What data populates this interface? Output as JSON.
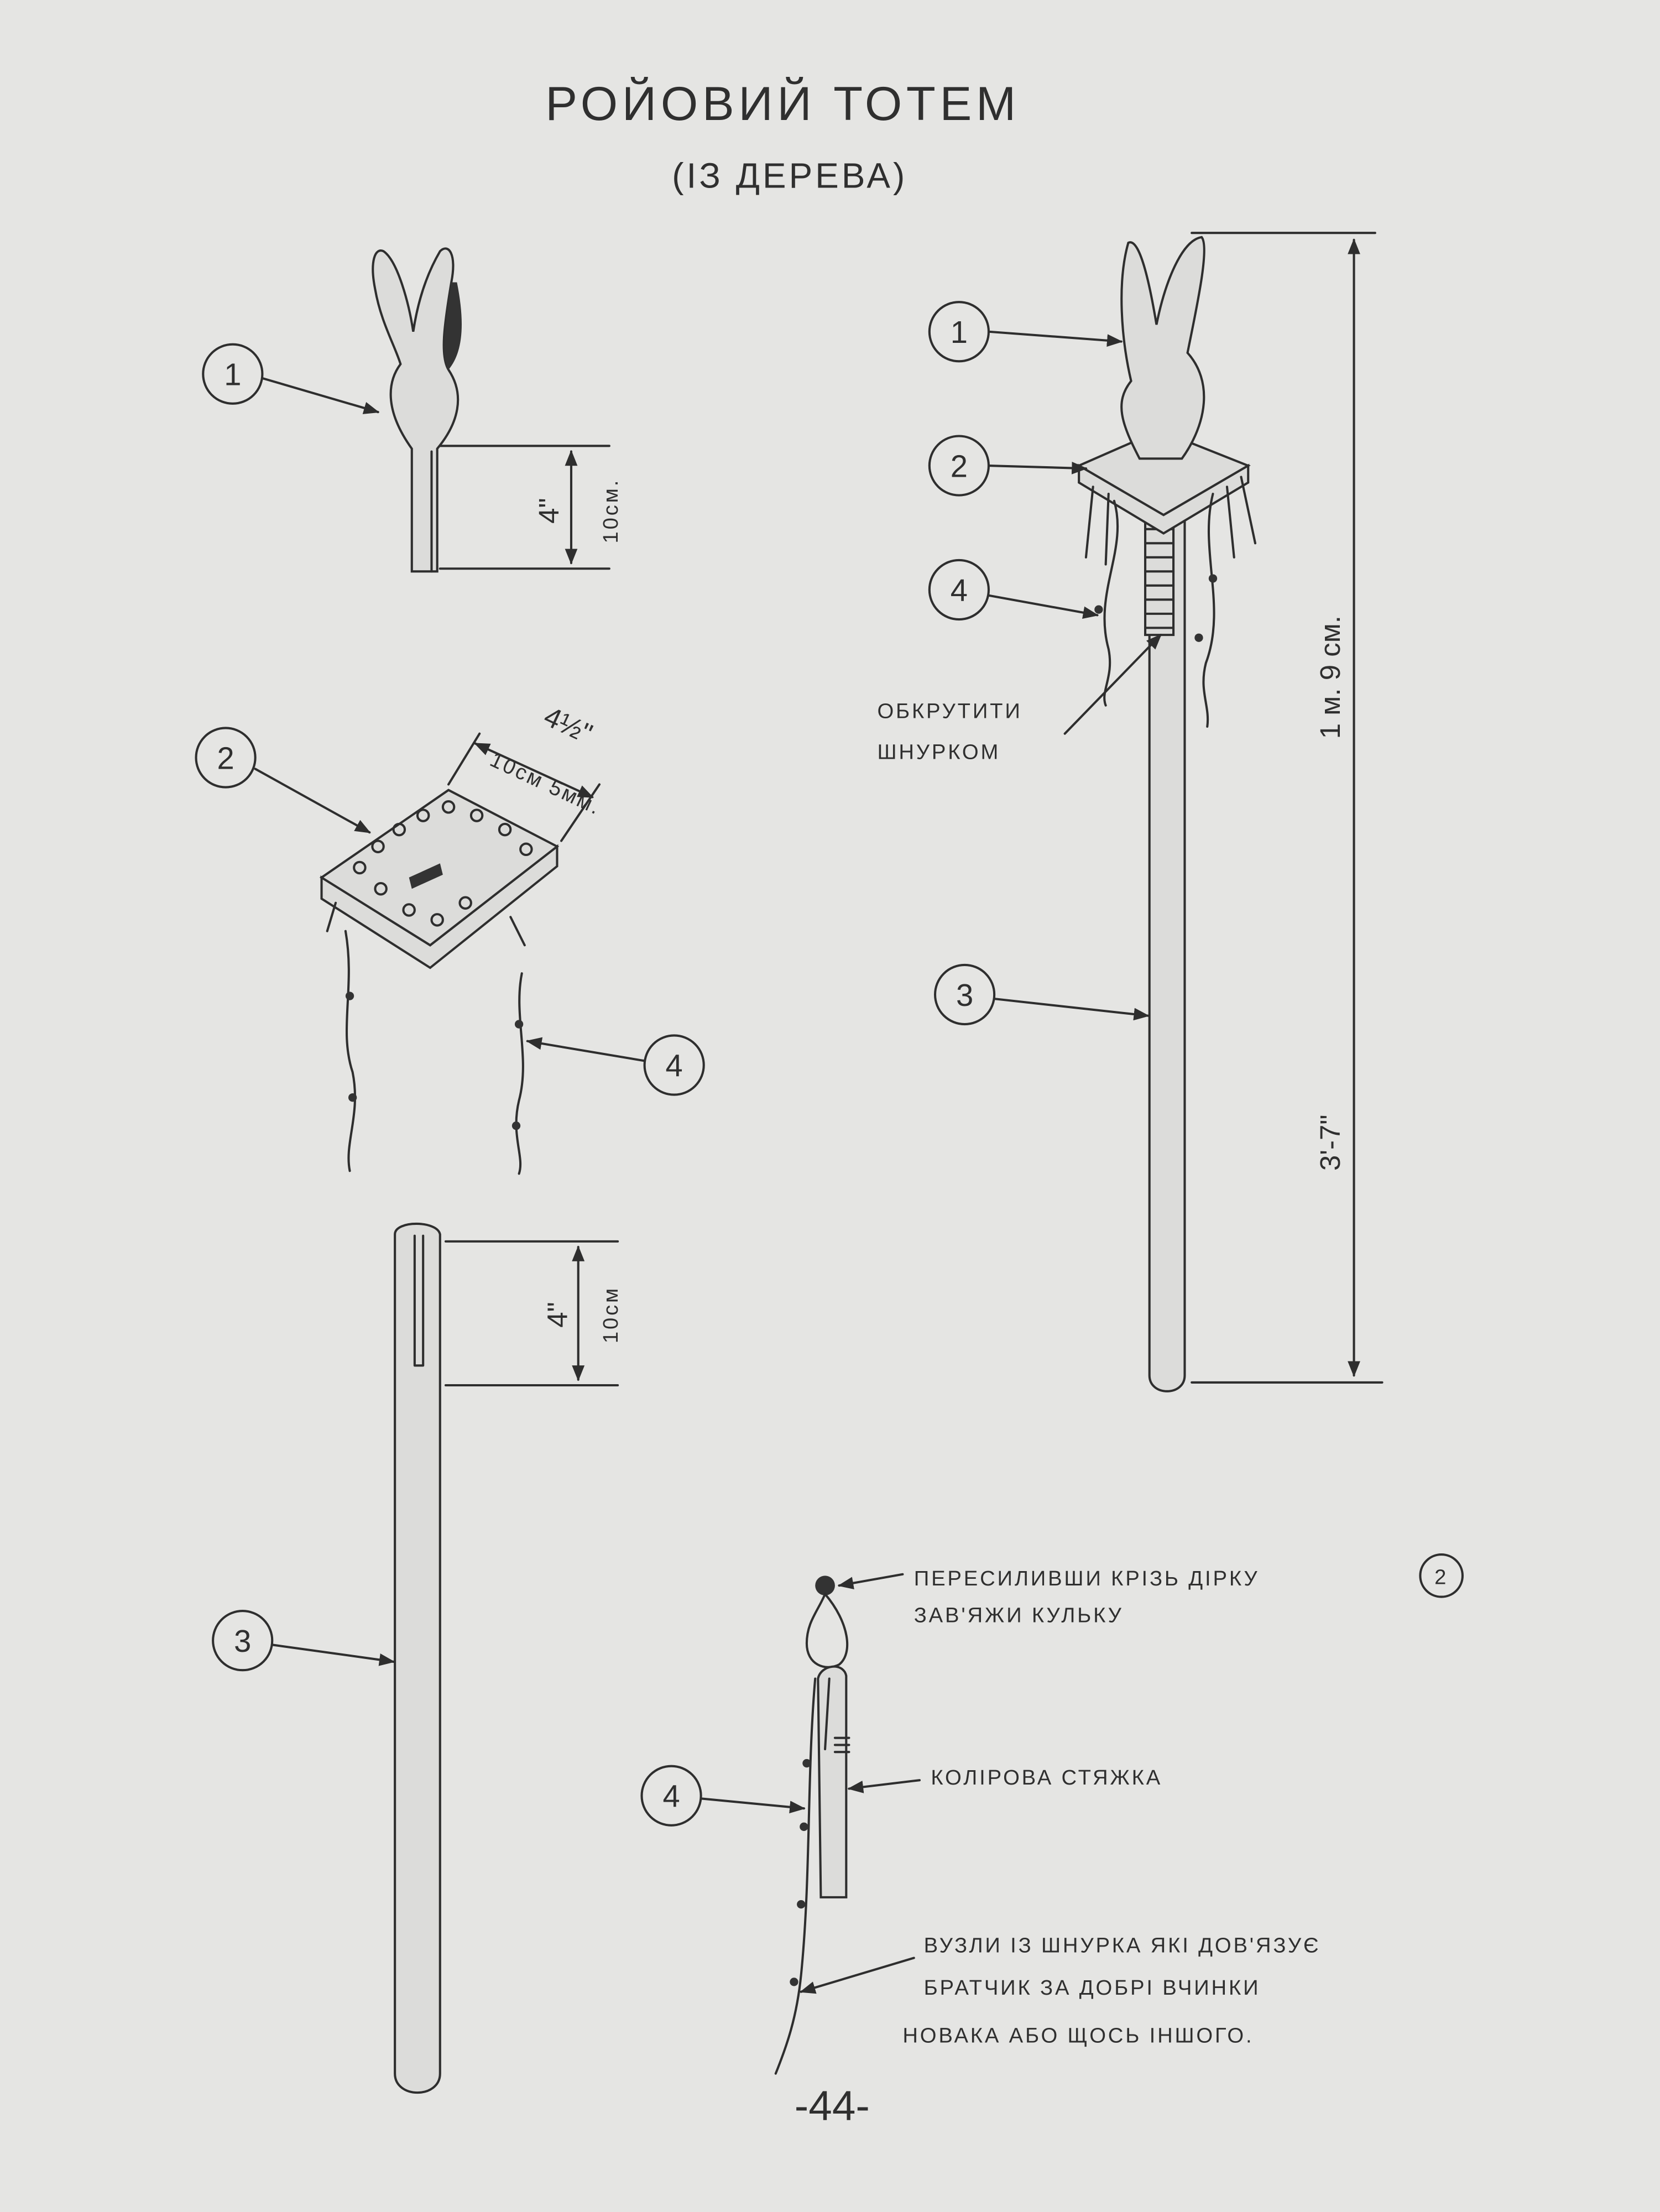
{
  "title": "РОЙОВИЙ ТОТЕМ",
  "subtitle": "(ІЗ ДЕРЕВА)",
  "callouts": {
    "one": "1",
    "two": "2",
    "three": "3",
    "four": "4"
  },
  "head_detail": {
    "dim_in": "4\"",
    "dim_cm": "10см."
  },
  "plate_detail": {
    "dim_in": "4½\"",
    "dim_cm": "10см 5мм."
  },
  "stick_detail": {
    "dim_in": "4\"",
    "dim_cm": "10см"
  },
  "assembled": {
    "wrap_label_1": "ОБКРУТИТИ",
    "wrap_label_2": "ШНУРКОМ",
    "height_metric": "1 м. 9 см.",
    "height_imperial": "3'-7\""
  },
  "streamer": {
    "note_line_1": "ПЕРЕСИЛИВШИ КРІЗЬ ДІРКУ",
    "note_ref": "2",
    "note_line_2": "ЗАВ'ЯЖИ КУЛЬКУ",
    "ribbon_label": "КОЛІРОВА СТЯЖКА",
    "knots_line_1": "ВУЗЛИ ІЗ ШНУРКА ЯКІ ДОВ'ЯЗУЄ",
    "knots_line_2": "БРАТЧИК ЗА ДОБРІ ВЧИНКИ",
    "knots_line_3": "НОВАКА АБО ЩОСЬ ІНШОГО."
  },
  "page_number": "-44-",
  "colors": {
    "paper": "#e5e5e3",
    "ink": "#2e2e2e"
  }
}
